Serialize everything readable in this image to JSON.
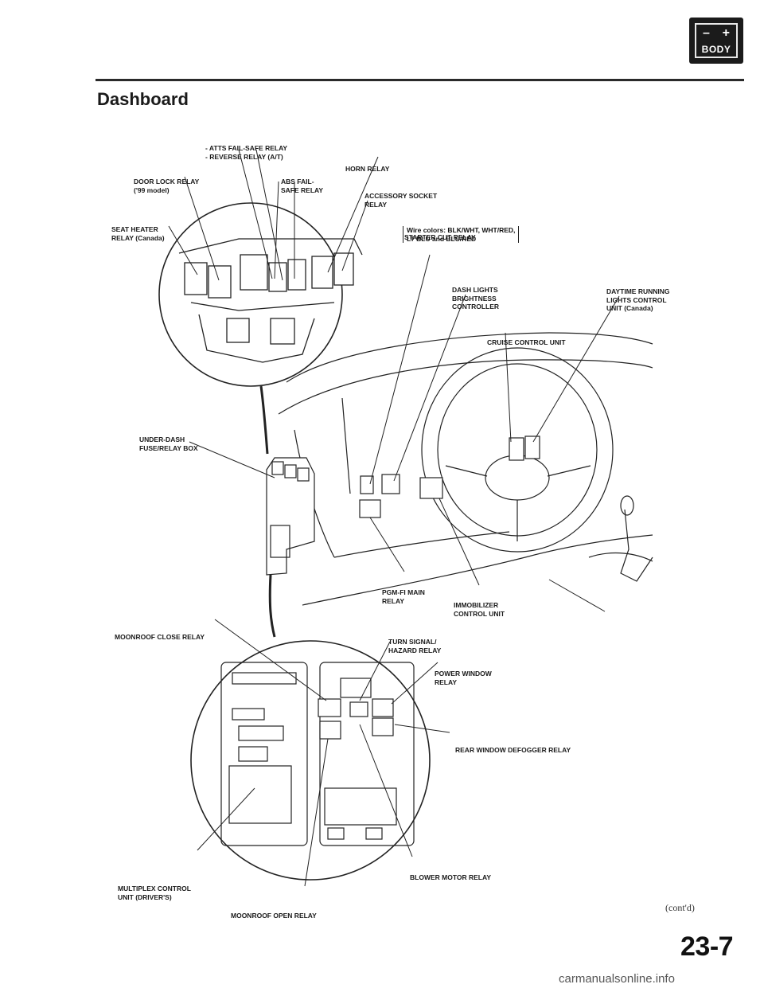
{
  "header": {
    "badge": {
      "minus": "–",
      "plus": "+",
      "text": "BODY"
    },
    "title": "Dashboard"
  },
  "labels": {
    "atts_reverse": [
      "- ATTS FAIL-SAFE RELAY",
      "- REVERSE RELAY (A/T)"
    ],
    "horn": [
      "HORN RELAY"
    ],
    "door_lock": [
      "DOOR LOCK RELAY",
      "('99 model)"
    ],
    "abs": [
      "ABS FAIL-",
      "SAFE RELAY"
    ],
    "accessory": [
      "ACCESSORY SOCKET",
      "RELAY"
    ],
    "seat_heater": [
      "SEAT HEATER",
      "RELAY (Canada)"
    ],
    "starter_cut": [
      "STARTER CUT RELAY"
    ],
    "starter_cut_note": [
      "Wire colors: BLK/WHT, WHT/RED,",
      "LT BLU and BLU/RED"
    ],
    "daytime": [
      "DAYTIME RUNNING",
      "LIGHTS CONTROL",
      "UNIT (Canada)"
    ],
    "dash_lights": [
      "DASH LIGHTS",
      "BRIGHTNESS",
      "CONTROLLER"
    ],
    "cruise": [
      "CRUISE CONTROL UNIT"
    ],
    "under_dash": [
      "UNDER-DASH",
      "FUSE/RELAY BOX"
    ],
    "pgm_fi": [
      "PGM-FI MAIN",
      "RELAY"
    ],
    "immobilizer": [
      "IMMOBILIZER",
      "CONTROL UNIT"
    ],
    "moonroof_close": [
      "MOONROOF CLOSE RELAY"
    ],
    "turn_signal": [
      "TURN SIGNAL/",
      "HAZARD RELAY"
    ],
    "power_window": [
      "POWER WINDOW",
      "RELAY"
    ],
    "rear_defogger": [
      "REAR WINDOW DEFOGGER RELAY"
    ],
    "blower": [
      "BLOWER MOTOR RELAY"
    ],
    "multiplex": [
      "MULTIPLEX CONTROL",
      "UNIT (DRIVER'S)"
    ],
    "moonroof_open": [
      "MOONROOF OPEN RELAY"
    ]
  },
  "footer": {
    "contd": "(cont'd)",
    "page": "23-7",
    "watermark": "carmanualsonline.info"
  }
}
